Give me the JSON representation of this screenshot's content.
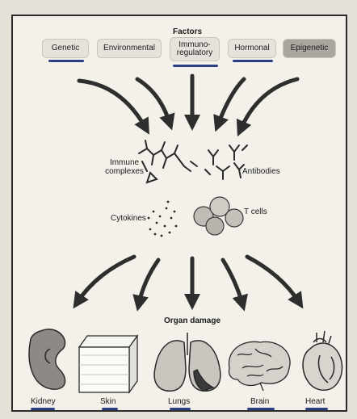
{
  "factors": {
    "title": "Factors",
    "items": [
      {
        "label": "Genetic"
      },
      {
        "label": "Environmental"
      },
      {
        "label": "Immuno-\nregulatory"
      },
      {
        "label": "Hormonal"
      },
      {
        "label": "Epigenetic"
      }
    ]
  },
  "mediators": {
    "immune_complexes": "Immune\ncomplexes",
    "antibodies": "Antibodies",
    "cytokines": "Cytokines",
    "t_cells": "T cells"
  },
  "outcome": {
    "title": "Organ damage",
    "organs": [
      {
        "label": "Kidney",
        "icon": "kidney-icon"
      },
      {
        "label": "Skin",
        "icon": "skin-icon"
      },
      {
        "label": "Lungs",
        "icon": "lungs-icon"
      },
      {
        "label": "Brain",
        "icon": "brain-icon"
      },
      {
        "label": "Heart",
        "icon": "heart-icon"
      }
    ]
  },
  "colors": {
    "underline": "#2b3f86",
    "arrow": "#2e2e2e"
  }
}
